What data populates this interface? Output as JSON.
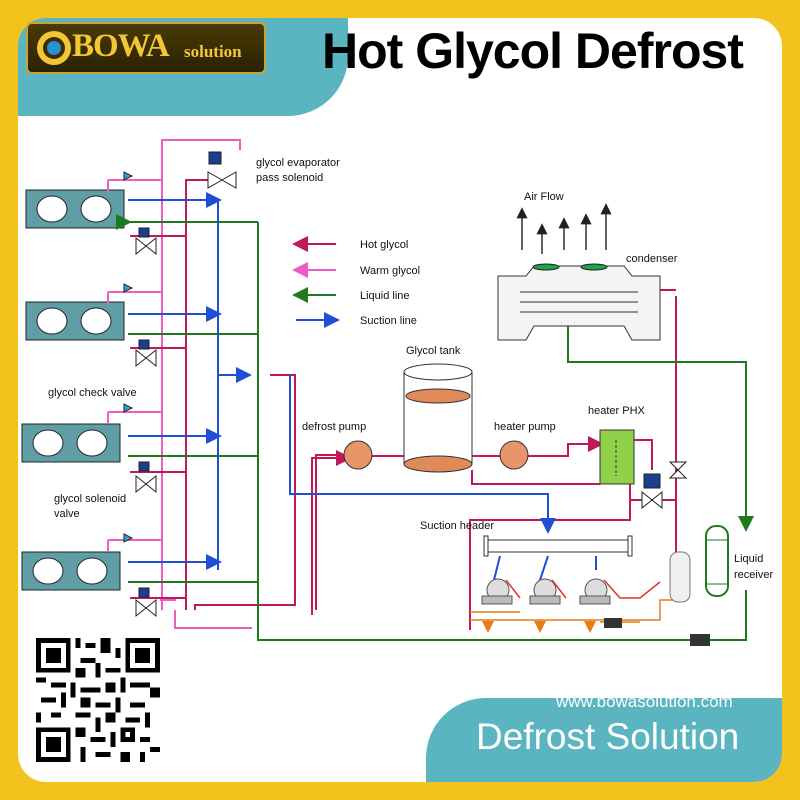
{
  "logo": {
    "brand": "BOWA",
    "sub": "solution"
  },
  "title": "Hot Glycol Defrost",
  "footer": {
    "url": "www.bowasolution.com",
    "tagline": "Defrost Solution"
  },
  "legend": [
    {
      "label": "Hot glycol",
      "color": "#c0185a"
    },
    {
      "label": "Warm glycol",
      "color": "#ee5bc4"
    },
    {
      "label": "Liquid line",
      "color": "#1f7a1f"
    },
    {
      "label": "Suction line",
      "color": "#1f4fd6"
    }
  ],
  "labels": {
    "pass_solenoid_1": "glycol evaporator",
    "pass_solenoid_2": "pass solenoid",
    "check_valve": "glycol check valve",
    "solenoid_valve_1": "glycol solenoid",
    "solenoid_valve_2": "valve",
    "air_flow": "Air Flow",
    "condenser": "condenser",
    "glycol_tank": "Glycol tank",
    "defrost_pump": "defrost pump",
    "heater_pump": "heater pump",
    "heater_phx": "heater PHX",
    "suction_header": "Suction header",
    "liquid_receiver_1": "Liquid",
    "liquid_receiver_2": "receiver"
  },
  "colors": {
    "hot": "#c0185a",
    "warm": "#ee5bc4",
    "liquid": "#1f7a1f",
    "suction": "#1f4fd6",
    "brand_band": "#5ab5c1",
    "frame": "#f4c21d"
  },
  "icons": [
    "gear-logo-icon",
    "qr-code-icon",
    "arrow-icon",
    "valve-icon",
    "pump-icon",
    "compressor-icon",
    "tank-icon"
  ]
}
